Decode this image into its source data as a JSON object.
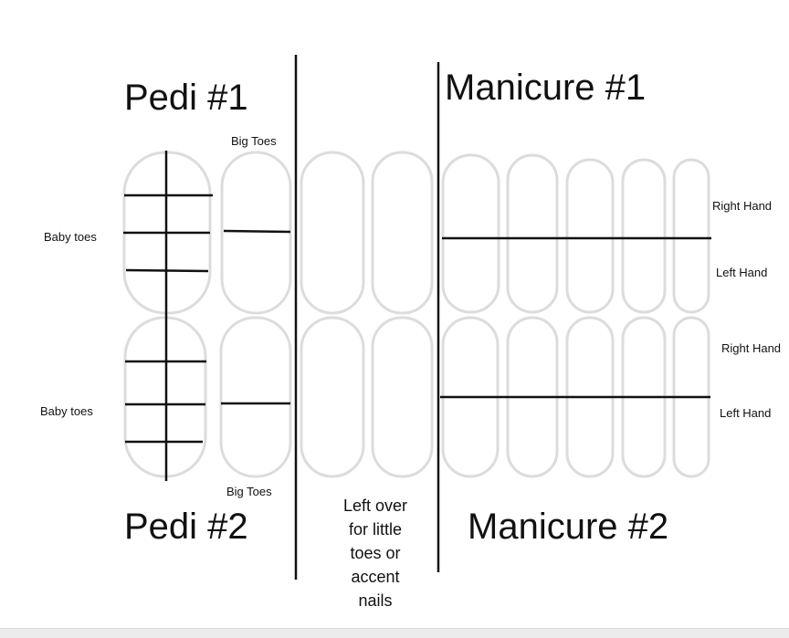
{
  "titles": {
    "pedi1": "Pedi #1",
    "pedi2": "Pedi #2",
    "manicure1": "Manicure #1",
    "manicure2": "Manicure #2"
  },
  "labels": {
    "big_toes_top": "Big Toes",
    "big_toes_bottom": "Big Toes",
    "baby_toes_top": "Baby toes",
    "baby_toes_bottom": "Baby toes",
    "right_hand_1": "Right Hand",
    "left_hand_1": "Left Hand",
    "right_hand_2": "Right Hand",
    "left_hand_2": "Left Hand"
  },
  "leftover_lines": [
    "Left over",
    "for little",
    "toes or",
    "accent",
    "nails"
  ]
}
